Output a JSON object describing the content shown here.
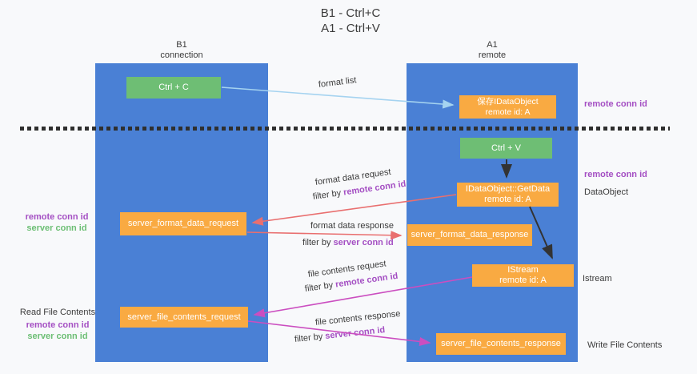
{
  "title": {
    "line1": "B1 - Ctrl+C",
    "line2": "A1 - Ctrl+V"
  },
  "lanes": {
    "left": {
      "name": "B1",
      "role": "connection"
    },
    "right": {
      "name": "A1",
      "role": "remote"
    }
  },
  "nodes": {
    "ctrl_c": {
      "label": "Ctrl + C"
    },
    "ctrl_v": {
      "label": "Ctrl + V"
    },
    "save_dataobject": {
      "line1": "保存IDataObject",
      "line2": "remote id: A"
    },
    "getdata": {
      "line1": "IDataObject::GetData",
      "line2": "remote id: A"
    },
    "istream": {
      "line1": "IStream",
      "line2": "remote id: A"
    },
    "format_request": {
      "label": "server_format_data_request"
    },
    "format_response": {
      "label": "server_format_data_response"
    },
    "file_request": {
      "label": "server_file_contents_request"
    },
    "file_response": {
      "label": "server_file_contents_response"
    }
  },
  "annotations": {
    "right_remote_conn_1": "remote conn id",
    "right_remote_conn_2": "remote conn id",
    "dataobject_label": "DataObject",
    "istream_label": "Istream",
    "write_file_label": "Write File Contents",
    "left_remote_conn_1": "remote conn id",
    "left_server_conn_1": "server conn id",
    "read_file_label": "Read File Contents",
    "left_remote_conn_2": "remote conn id",
    "left_server_conn_2": "server conn id"
  },
  "flows": {
    "format_list": {
      "label": "format list"
    },
    "format_data_request": {
      "label": "format data request",
      "filter_prefix": "filter by",
      "filter_key": "remote conn id"
    },
    "format_data_response": {
      "label": "format data response",
      "filter_prefix": "filter by",
      "filter_key": "server conn id"
    },
    "file_contents_request": {
      "label": "file contents request",
      "filter_prefix": "filter by",
      "filter_key": "remote conn id"
    },
    "file_contents_response": {
      "label": "file contents response",
      "filter_prefix": "filter by",
      "filter_key": "server conn id"
    }
  },
  "colors": {
    "background": "#F8F9FB",
    "lane_blue": "#4A80D5",
    "node_orange": "#F9AA42",
    "node_green": "#6EBE74",
    "text_dark": "#3B3B3B",
    "label_purple": "#A44FC3",
    "label_green": "#6CBE74",
    "arrow_salmon": "#E96F6F",
    "arrow_magenta": "#CB4EC0",
    "arrow_lightblue": "#A5D3F0",
    "arrow_black": "#333333",
    "dash_black": "#2F2F2F"
  }
}
